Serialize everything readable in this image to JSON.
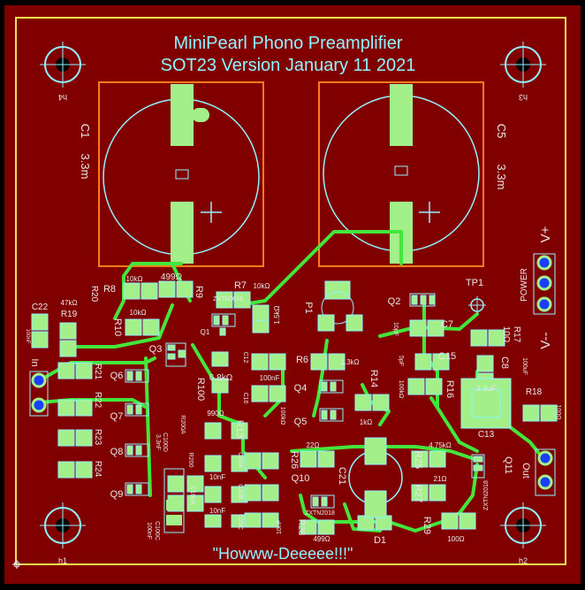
{
  "title": {
    "line1": "MiniPearl Phono Preamplifier",
    "line2": "SOT23 Version  January 11 2021"
  },
  "footer_text": "\"Howww-Deeeee!!!\"",
  "mounting_holes": [
    "h4",
    "h3",
    "h1",
    "h2"
  ],
  "big_caps": [
    {
      "ref": "C1",
      "value": "3.3m"
    },
    {
      "ref": "C5",
      "value": "3.3m"
    }
  ],
  "connectors": {
    "power": {
      "label": "POWER",
      "vplus": "V+",
      "vminus": "V--"
    },
    "input": {
      "label": "In"
    },
    "output": {
      "label": "Out"
    },
    "testpoint": "TP1"
  },
  "labels": {
    "R8": "R8",
    "R9": "R9",
    "R7": "R7",
    "R10": "R10",
    "R19": "R19",
    "R20": "R20",
    "C22": "C22",
    "C22v": "100nF",
    "R19v": "47kΩ",
    "R8v": "10kΩ",
    "R9v": "499Ω",
    "R10v": "10kΩ",
    "R7v": "10kΩ",
    "R7b": "1.5kΩ",
    "Q1": "Q1",
    "Q2": "Q2",
    "Q3": "Q3",
    "Q4": "Q4",
    "Q5": "Q5",
    "Q6": "Q6",
    "Q7": "Q7",
    "Q8": "Q8",
    "Q9": "Q9",
    "Q10": "Q10",
    "Q11": "Q11",
    "P1": "P1",
    "ZXTN": "ZXTN2018",
    "ZXTN2": "ZXTN2018",
    "ZXTN3": "ZXTN2018",
    "R21": "R21",
    "R22": "R22",
    "R23": "R23",
    "R24": "R24",
    "R6": "R6",
    "R6v": "1.3kΩ",
    "R14": "R14",
    "R14v": "1kΩ",
    "R16": "R16",
    "R16v": "100kΩ",
    "C7": "C7",
    "C7v": "10pF",
    "C15": "C15",
    "C15v": "5pF",
    "C8": "C8",
    "C8v": "100uF",
    "R17": "R17",
    "R17v": "10Ω",
    "R18": "R18",
    "R18v": "100Ω",
    "C13": "C13",
    "C13v": "3.3uF",
    "R100": "R100",
    "R100v": "6.8kΩ",
    "C12": "C12",
    "C12v": "100nF",
    "R13": "R13",
    "R13v": "990Ω",
    "C16": "C16",
    "R200A": "R200A",
    "R200": "R200",
    "C100D": "C100D",
    "C100Dv": "3.3nF",
    "C100A": "C100A",
    "C100C": "C100C",
    "C100Cv": "100nF",
    "C20A": "C20A",
    "C20B": "C20B",
    "C20C": "C20C",
    "C20Av": "10nF",
    "C20Bv": "10nF",
    "C20Cv": "10nF",
    "R26": "R26",
    "R26v": "22Ω",
    "C21": "C21",
    "R25": "R25",
    "R25v": "4.75kΩ",
    "R27": "R27",
    "R27v": "21Ω",
    "R28": "R28",
    "R28v": "499Ω",
    "R29": "R29",
    "R29v": "100Ω",
    "D1": "D1",
    "C30": "100kΩ"
  }
}
